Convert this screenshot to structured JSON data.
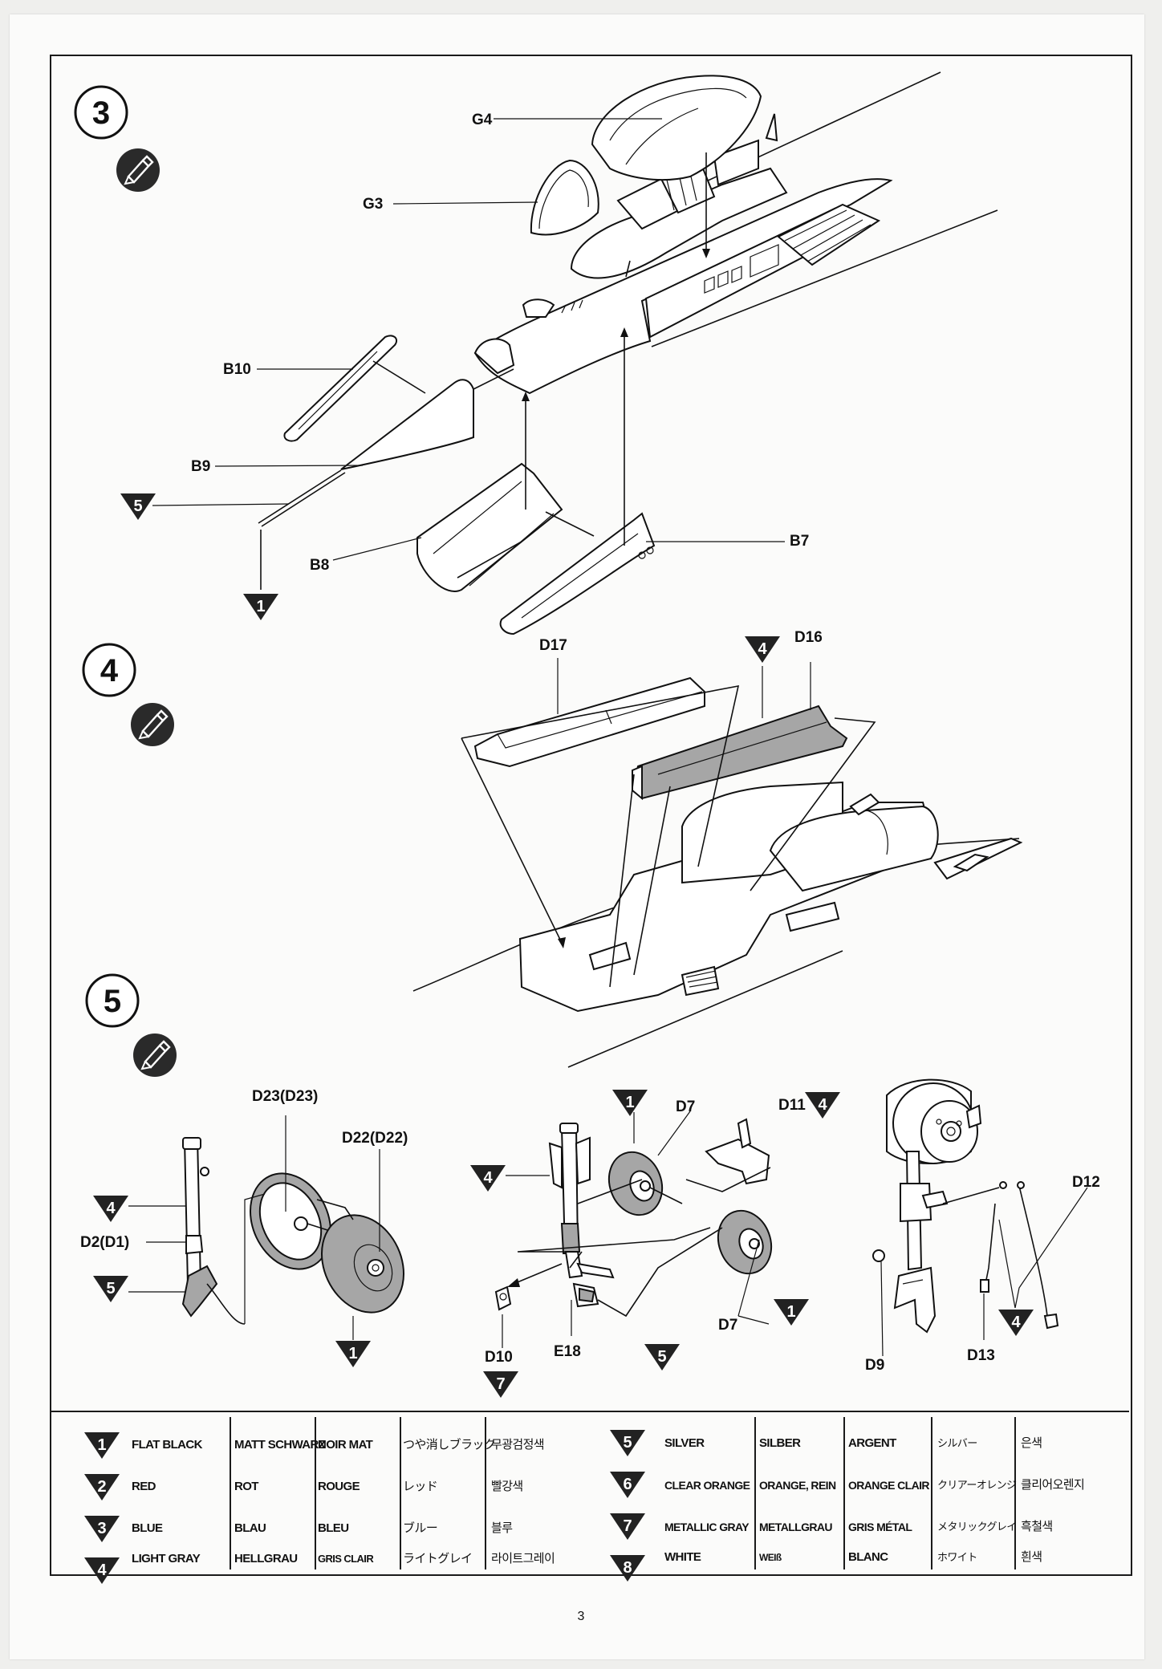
{
  "page_number": "3",
  "steps": [
    {
      "number": "3",
      "icon": "cement-bottle-icon"
    },
    {
      "number": "4",
      "icon": "cement-bottle-icon"
    },
    {
      "number": "5",
      "icon": "cement-bottle-icon"
    }
  ],
  "step3_labels": {
    "g4": "G4",
    "g3": "G3",
    "b10": "B10",
    "b9": "B9",
    "b8": "B8",
    "b7": "B7"
  },
  "step3_markers": {
    "c5": "5",
    "c1": "1"
  },
  "step4_labels": {
    "d17": "D17",
    "d16": "D16"
  },
  "step4_markers": {
    "c4": "4"
  },
  "step5_labels": {
    "d23": "D23(D23)",
    "d22": "D22(D22)",
    "d2": "D2(D1)",
    "d7a": "D7",
    "d11": "D11",
    "d7b": "D7",
    "d10": "D10",
    "e18": "E18",
    "d12": "D12",
    "d9": "D9",
    "d13": "D13"
  },
  "step5_markers": {
    "a4": "4",
    "a5": "5",
    "a1": "1",
    "b1": "1",
    "b4": "4",
    "b4b": "4",
    "b1b": "1",
    "b5": "5",
    "b7": "7",
    "c4": "4"
  },
  "colors": [
    {
      "num": "1",
      "en": "FLAT BLACK",
      "de": "MATT SCHWARZ",
      "fr": "NOIR MAT",
      "ja": "つや消しブラック",
      "ko": "무광검정색"
    },
    {
      "num": "2",
      "en": "RED",
      "de": "ROT",
      "fr": "ROUGE",
      "ja": "レッド",
      "ko": "빨강색"
    },
    {
      "num": "3",
      "en": "BLUE",
      "de": "BLAU",
      "fr": "BLEU",
      "ja": "ブルー",
      "ko": "블루"
    },
    {
      "num": "4",
      "en": "LIGHT GRAY",
      "de": "HELLGRAU",
      "fr": "GRIS CLAIR",
      "ja": "ライトグレイ",
      "ko": "라이트그레이"
    },
    {
      "num": "5",
      "en": "SILVER",
      "de": "SILBER",
      "fr": "ARGENT",
      "ja": "シルバー",
      "ko": "은색"
    },
    {
      "num": "6",
      "en": "CLEAR ORANGE",
      "de": "ORANGE, REIN",
      "fr": "ORANGE CLAIR",
      "ja": "クリアーオレンジ",
      "ko": "클리어오렌지"
    },
    {
      "num": "7",
      "en": "METALLIC GRAY",
      "de": "METALLGRAU",
      "fr": "GRIS MÉTAL",
      "ja": "メタリックグレイ",
      "ko": "흑철색"
    },
    {
      "num": "8",
      "en": "WHITE",
      "de": "WEIß",
      "fr": "BLANC",
      "ja": "ホワイト",
      "ko": "흰색"
    }
  ]
}
